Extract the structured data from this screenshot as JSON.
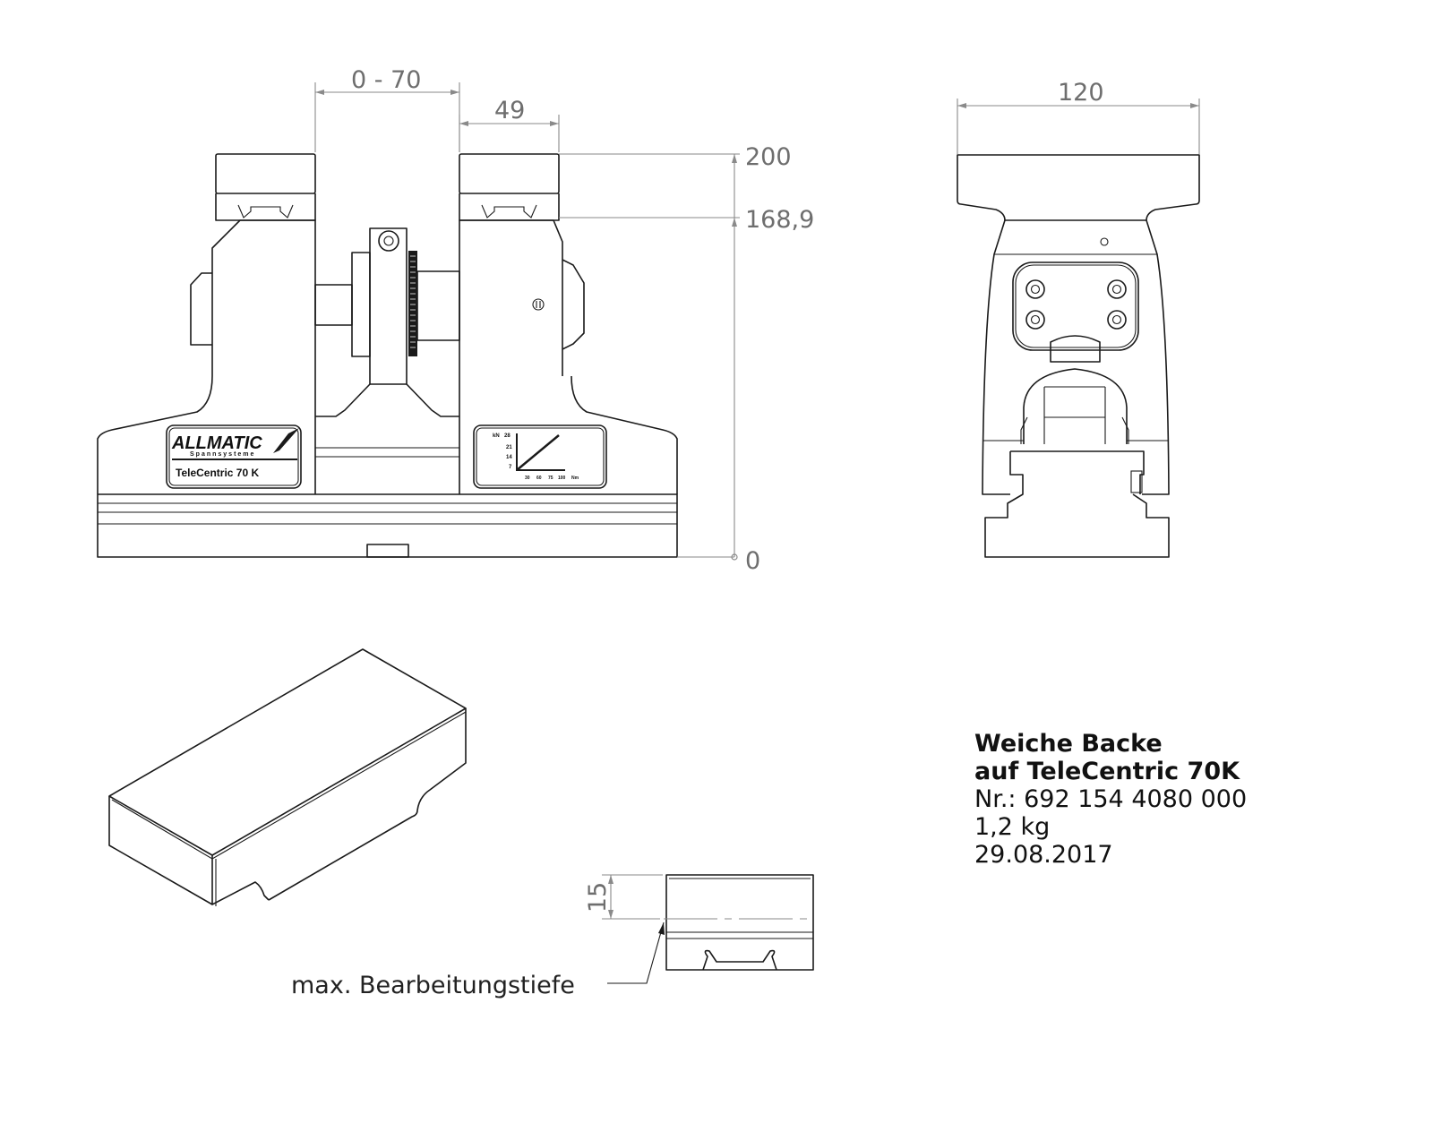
{
  "drawing": {
    "front_view": {
      "dimensions": {
        "jaw_opening": "0 - 70",
        "jaw_width": "49",
        "height_total": "200",
        "height_jaw_base": "168,9",
        "height_zero": "0"
      },
      "nameplate": {
        "brand": "ALLMATIC",
        "subtitle": "Spannsysteme",
        "model": "TeleCentric 70 K"
      },
      "force_chart_plate": {
        "y_unit": "kN",
        "y_ticks": [
          "28",
          "21",
          "14",
          "7"
        ],
        "x_ticks": [
          "30",
          "60",
          "75",
          "100"
        ],
        "x_unit": "Nm"
      }
    },
    "side_view": {
      "dimensions": {
        "width": "120"
      }
    },
    "detail_view": {
      "dimensions": {
        "depth": "15"
      },
      "callout": "max. Bearbeitungstiefe"
    },
    "title_block": {
      "line1": "Weiche Backe",
      "line2": "auf TeleCentric 70K",
      "part_number": "Nr.: 692 154 4080 000",
      "weight": "1,2 kg",
      "date": "29.08.2017"
    }
  }
}
